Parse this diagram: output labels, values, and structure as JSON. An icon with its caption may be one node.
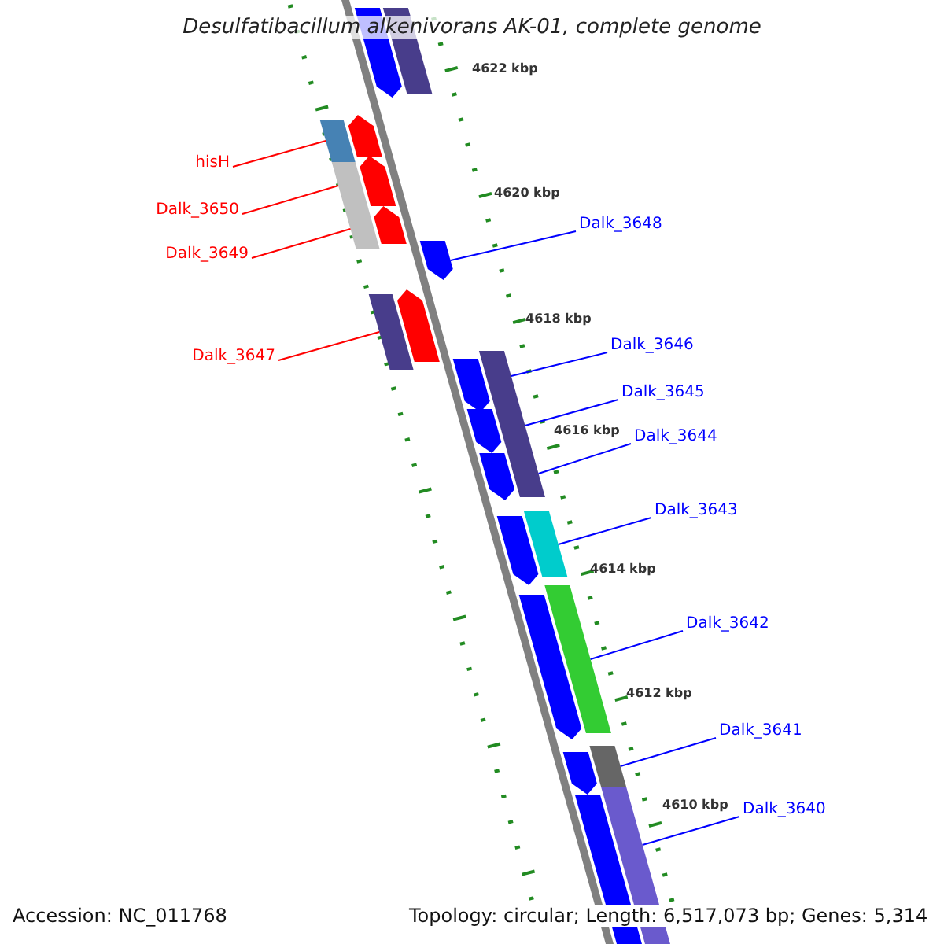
{
  "diagram": {
    "title": "Desulfatibacillum alkenivorans AK-01, complete genome",
    "nodes": [
      {
        "text": [
          "hisH"
        ]
      },
      {
        "text": [],
        "shape": "box"
      },
      {
        "text": [
          "Dalk_3650"
        ]
      },
      {
        "text": [],
        "shape": "box"
      },
      {
        "text": [
          "Dalk_3649"
        ]
      },
      {
        "text": [],
        "shape": "box"
      },
      {
        "text": [
          "Dalk_3648"
        ]
      },
      {
        "text": [],
        "shape": "pentagon"
      },
      {
        "text": [
          "Dalk_3647"
        ]
      },
      {
        "text": [],
        "shape": "box"
      },
      {
        "text": [
          "Dalk_3646"
        ]
      },
      {
        "text": [],
        "shape": "box"
      },
      {
        "text": [
          "Dalk_3645"
        ]
      },
      {
        "text": [],
        "shape": "box"
      },
      {
        "text": [
          "Dalk_3644"
        ]
      },
      {
        "text": [],
        "shape": "box"
      },
      {
        "text": [
          "Dalk_3643"
        ]
      },
      {
        "text": [],
        "shape": "box"
      },
      {
        "text": [
          "Dalk_3642"
        ]
      },
      {
        "text": [],
        "shape": "box"
      },
      {
        "text": [
          "Dalk_3641"
        ]
      },
      {
        "text": [],
        "shape": "box"
      },
      {
        "text": [
          "Dalk_3640"
        ]
      },
      {
        "text": [],
        "shape": "box"
      },
      {
        "text": [],
        "shape": "pentagon"
      },
      {
        "text": [],
        "shape": "box"
      },
      {
        "text": [],
        "shape": "pentagon"
      },
      {
        "text": [],
        "shape": "pentagon"
      },
      {
        "text": [],
        "shape": "pentagon"
      },
      {
        "text": [],
        "shape": "pentagon"
      },
      {
        "text": [],
        "shape": "pentagon"
      },
      {
        "text": [],
        "shape": "pentagon"
      },
      {
        "text": [],
        "shape": "pentagon"
      },
      {
        "text": [],
        "shape": "pentagon"
      },
      {
        "text": [],
        "shape": "pentagon"
      },
      {
        "text": [],
        "shape": "pentagon"
      },
      {
        "text": [],
        "shape": "pentagon"
      }
    ],
    "edges": [
      {
        "from": 0,
        "to": 1,
        "arrow": "none",
        "color": "#ff0000"
      },
      {
        "from": 2,
        "to": 3,
        "arrow": "none",
        "color": "#ff0000"
      },
      {
        "from": 4,
        "to": 5,
        "arrow": "none",
        "color": "#ff0000"
      },
      {
        "from": 6,
        "to": 7,
        "arrow": "none"
      },
      {
        "from": 8,
        "to": 9,
        "arrow": "none",
        "color": "#ff0000"
      },
      {
        "from": 10,
        "to": 11,
        "arrow": "none"
      },
      {
        "from": 12,
        "to": 13,
        "arrow": "none"
      },
      {
        "from": 14,
        "to": 15,
        "arrow": "none"
      },
      {
        "from": 16,
        "to": 17,
        "arrow": "none"
      },
      {
        "from": 18,
        "to": 19,
        "arrow": "none"
      },
      {
        "from": 20,
        "to": 21,
        "arrow": "none"
      },
      {
        "from": 22,
        "to": 23,
        "arrow": "none"
      }
    ],
    "labels": [
      "4622 kbp",
      "4620 kbp",
      "4618 kbp",
      "4616 kbp",
      "4614 kbp",
      "4612 kbp",
      "4610 kbp",
      "Accession: NC_011768",
      "Topology: circular; Length: 6,517,073 bp; Genes: 5,314"
    ]
  }
}
